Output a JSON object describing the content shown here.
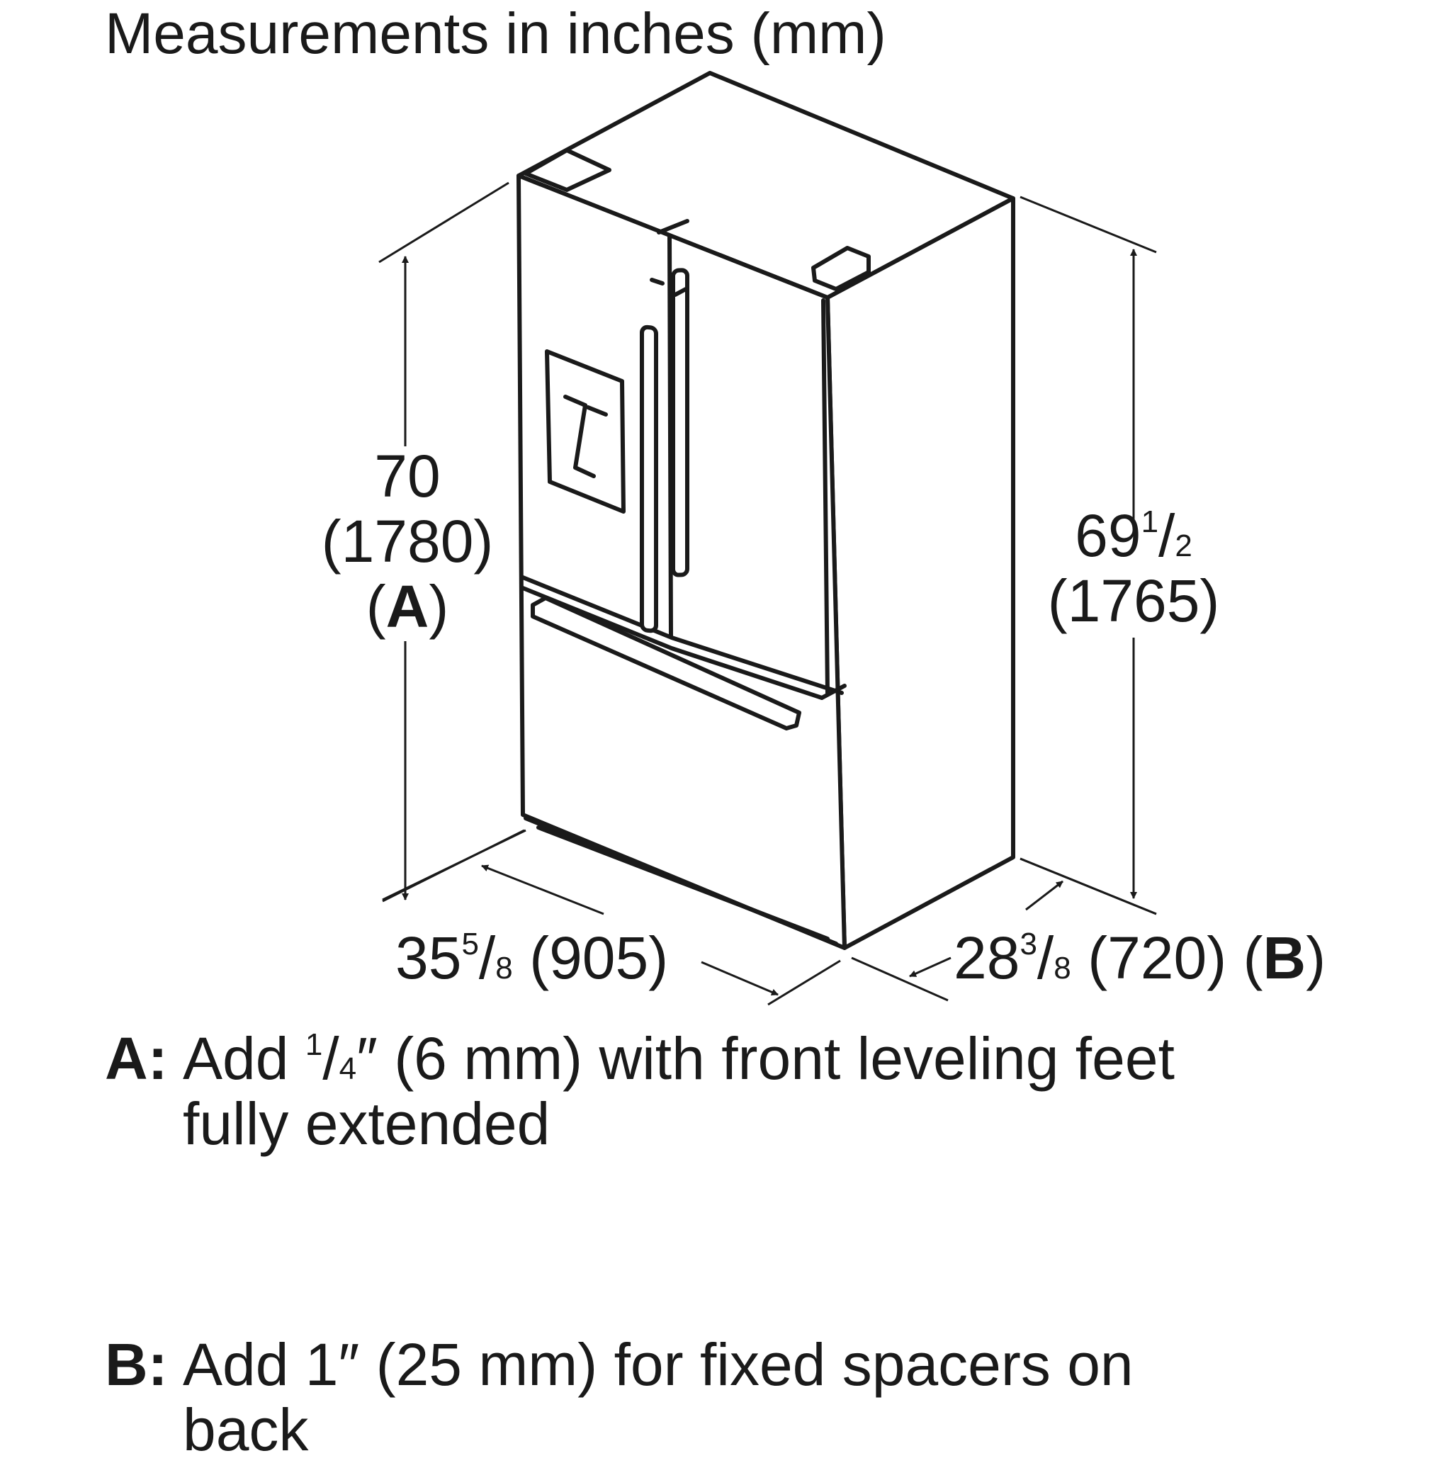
{
  "title": "Measurements in inches (mm)",
  "dimensions": {
    "height_a": {
      "inches": "70",
      "mm": "(1780)",
      "paren_open": "(",
      "key": "A",
      "paren_close": ")"
    },
    "height_b": {
      "whole": "69",
      "num": "1",
      "den": "2",
      "mm": "(1765)"
    },
    "width": {
      "whole": "35",
      "num": "5",
      "den": "8",
      "mm": "(905)"
    },
    "depth": {
      "whole": "28",
      "num": "3",
      "den": "8",
      "mm": "(720)",
      "paren_open": "(",
      "key": "B",
      "paren_close": ")"
    }
  },
  "notes": {
    "a": {
      "key": "A:",
      "pre": "Add ",
      "num": "1",
      "den": "4",
      "post": "″ (6 mm) with front leveling feet",
      "line2": "fully extended"
    },
    "b": {
      "key": "B:",
      "line1": "Add 1″ (25 mm) for fixed spacers on",
      "line2": "back"
    }
  }
}
